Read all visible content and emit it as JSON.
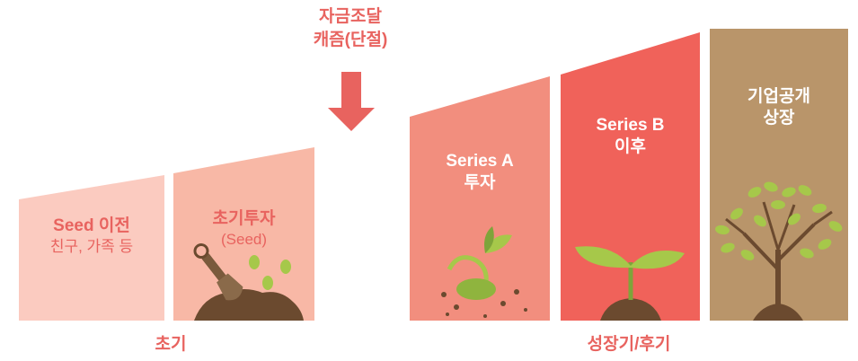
{
  "gap_title": {
    "line1": "자금조달",
    "line2": "캐즘(단절)"
  },
  "stages": [
    {
      "id": "seed",
      "title": "Seed 이전",
      "subtitle": "친구, 가족 등",
      "color": "#fbcbc0",
      "text_color": "#e8635f"
    },
    {
      "id": "early",
      "title": "초기투자",
      "subtitle": "(Seed)",
      "color": "#f8b8a6",
      "text_color": "#e8635f"
    },
    {
      "id": "series-a",
      "title_line1": "Series A",
      "title_line2": "투자",
      "color": "#f28e7e",
      "text_color": "#ffffff"
    },
    {
      "id": "series-b",
      "title_line1": "Series B",
      "title_line2": "이후",
      "color": "#f0625a",
      "text_color": "#ffffff"
    },
    {
      "id": "ipo",
      "title_line1": "기업공개",
      "title_line2": "상장",
      "color": "#b9956a",
      "text_color": "#ffffff"
    }
  ],
  "captions": {
    "early_phase": "초기",
    "growth_phase": "성장기/후기"
  },
  "colors": {
    "accent": "#e8635f",
    "arrow": "#e8635f",
    "soil": "#6b4a2f",
    "leaf": "#a6c84a",
    "leaf_dark": "#7ea43a"
  },
  "icons": [
    "down-arrow-icon",
    "shovel-seeds-icon",
    "sprout-seed-icon",
    "seedling-icon",
    "tree-icon"
  ]
}
